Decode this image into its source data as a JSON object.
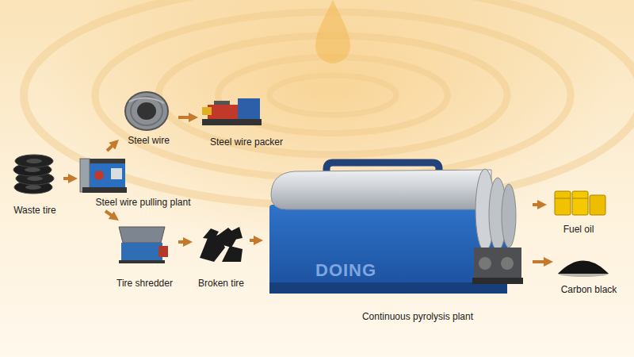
{
  "diagram": {
    "nodes": [
      {
        "text": [
          "Waste tire"
        ]
      },
      {
        "text": [
          "Steel wire pulling plant"
        ]
      },
      {
        "text": [
          "Steel wire"
        ]
      },
      {
        "text": [
          "Steel wire packer"
        ]
      },
      {
        "text": [
          "Tire shredder"
        ]
      },
      {
        "text": [
          "Broken tire"
        ]
      },
      {
        "text": [
          "Continuous pyrolysis plant"
        ]
      },
      {
        "text": [
          "Fuel oil"
        ]
      },
      {
        "text": [
          "Carbon black"
        ]
      }
    ],
    "edges": [
      {
        "from": 0,
        "to": 1,
        "arrow": "to"
      },
      {
        "from": 1,
        "to": 2,
        "arrow": "to"
      },
      {
        "from": 2,
        "to": 3,
        "arrow": "to"
      },
      {
        "from": 1,
        "to": 4,
        "arrow": "to"
      },
      {
        "from": 4,
        "to": 5,
        "arrow": "to"
      },
      {
        "from": 5,
        "to": 6,
        "arrow": "to"
      },
      {
        "from": 6,
        "to": 7,
        "arrow": "to"
      },
      {
        "from": 6,
        "to": 8,
        "arrow": "to"
      }
    ],
    "labels": [
      "DOING"
    ]
  }
}
